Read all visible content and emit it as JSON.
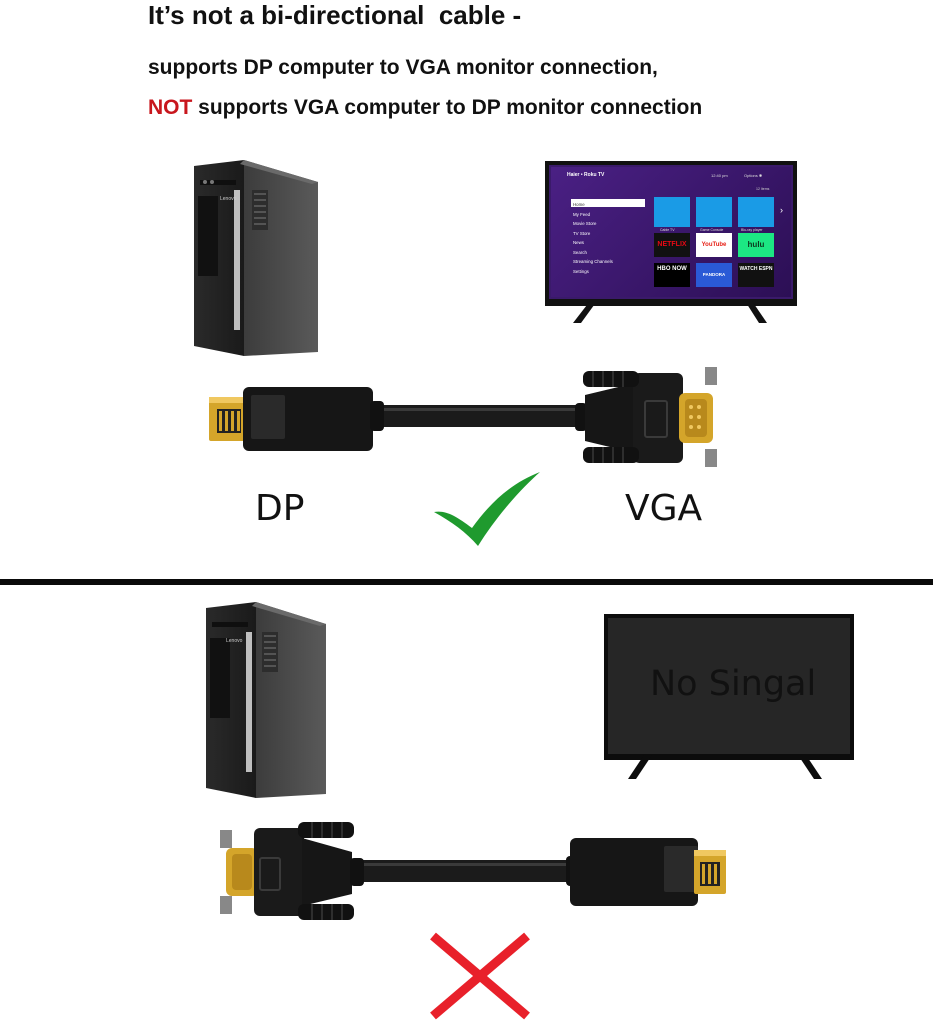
{
  "header": {
    "title": "It’s not a bi-directional  cable -",
    "line1": "supports DP computer to VGA monitor connection,",
    "line2_highlight": "NOT",
    "line2_rest": " supports VGA computer to DP monitor connection"
  },
  "top_section": {
    "pc_brand": "Lenovo",
    "tv": {
      "brand": "Haier • Roku TV",
      "time": "12:40 pm",
      "options": "Options ✱",
      "items_count": "12 Items",
      "menu": [
        "Home",
        "My Feed",
        "Movie Store",
        "TV Store",
        "News",
        "Search",
        "Streaming Channels",
        "Settings"
      ],
      "tiles_row1": [
        "Cable TV",
        "Game Console",
        "Blu-ray player"
      ],
      "tiles_row2": [
        "NETFLIX",
        "YouTube",
        "hulu"
      ],
      "tiles_row3": [
        "HBO NOW",
        "PANDORA",
        "WATCH ESPN"
      ]
    },
    "left_connector_label": "DP",
    "right_connector_label": "VGA",
    "result": "check"
  },
  "bottom_section": {
    "pc_brand": "Lenovo",
    "tv_message": "No Singal",
    "result": "cross"
  },
  "colors": {
    "not_red": "#c8161d",
    "check_green": "#1f9a2e",
    "cross_red": "#e8202a",
    "gold": "#d4a52a"
  }
}
